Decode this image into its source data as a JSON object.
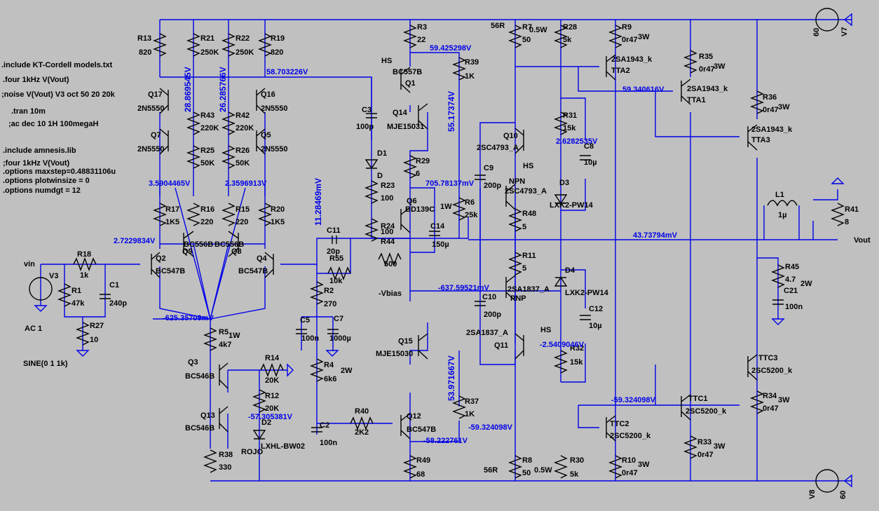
{
  "directives": [
    ".include KT-Cordell models.txt",
    ".four 1kHz V(Vout)",
    ";noise V(Vout) V3 oct 50 20 20k",
    ".tran 10m",
    ";ac dec 10 1H 100megaH",
    ".include amnesis.lib",
    ";four 1kHz V(Vout)",
    ".options maxstep=0.48831106u",
    ".options plotwinsize = 0",
    ".options numdgt = 12"
  ],
  "nets": {
    "vin": "vin",
    "vout": "Vout",
    "vbias": "-Vbias"
  },
  "sources": {
    "v3": {
      "name": "V3",
      "value": "AC 1",
      "value2": "SINE(0 1 1k)"
    },
    "v7": {
      "name": "V7",
      "value": "60"
    },
    "v8": {
      "name": "V8",
      "value": "60"
    }
  },
  "resistors": [
    {
      "ref": "R13",
      "value": "820"
    },
    {
      "ref": "R21",
      "value": "250K"
    },
    {
      "ref": "R22",
      "value": "250K"
    },
    {
      "ref": "R19",
      "value": "820"
    },
    {
      "ref": "R43",
      "value": "220K"
    },
    {
      "ref": "R42",
      "value": "220K"
    },
    {
      "ref": "R25",
      "value": "50K"
    },
    {
      "ref": "R26",
      "value": "50K"
    },
    {
      "ref": "R17",
      "value": "1K5"
    },
    {
      "ref": "R16",
      "value": "220"
    },
    {
      "ref": "R15",
      "value": "220"
    },
    {
      "ref": "R20",
      "value": "1K5"
    },
    {
      "ref": "R18",
      "value": "1k"
    },
    {
      "ref": "R1",
      "value": "47k"
    },
    {
      "ref": "R27",
      "value": "10"
    },
    {
      "ref": "R5",
      "value": "4k7",
      "power": "1W"
    },
    {
      "ref": "R14",
      "value": "20K"
    },
    {
      "ref": "R12",
      "value": "20K"
    },
    {
      "ref": "R38",
      "value": "330"
    },
    {
      "ref": "R55",
      "value": "10k"
    },
    {
      "ref": "R2",
      "value": "270"
    },
    {
      "ref": "R4",
      "value": "6k6",
      "power": "2W"
    },
    {
      "ref": "R40",
      "value": "2K2"
    },
    {
      "ref": "R3",
      "value": "22"
    },
    {
      "ref": "R39",
      "value": "1K"
    },
    {
      "ref": "R29",
      "value": "6"
    },
    {
      "ref": "R23",
      "value": "100"
    },
    {
      "ref": "R24",
      "value": "100"
    },
    {
      "ref": "R44",
      "value": "500"
    },
    {
      "ref": "R6",
      "value": "25k",
      "power": "1W"
    },
    {
      "ref": "R37",
      "value": "1K"
    },
    {
      "ref": "R49",
      "value": "68"
    },
    {
      "ref": "R7",
      "value": "50",
      "power": "0.5W"
    },
    {
      "ref": "R28",
      "value": "5k"
    },
    {
      "ref": "R31",
      "value": "15k"
    },
    {
      "ref": "R48",
      "value": "5"
    },
    {
      "ref": "R11",
      "value": "5"
    },
    {
      "ref": "R32",
      "value": "15k"
    },
    {
      "ref": "R8",
      "value": "50",
      "power": "0.5W"
    },
    {
      "ref": "R30",
      "value": "5k"
    },
    {
      "ref": "R9",
      "value": "0r47",
      "power": "3W"
    },
    {
      "ref": "R35",
      "value": "0r47",
      "power": "3W"
    },
    {
      "ref": "R36",
      "value": "0r47",
      "power": "3W"
    },
    {
      "ref": "R10",
      "value": "0r47",
      "power": "3W"
    },
    {
      "ref": "R33",
      "value": "0r47",
      "power": "3W"
    },
    {
      "ref": "R34",
      "value": "0r47",
      "power": "3W"
    },
    {
      "ref": "R41",
      "value": "8"
    },
    {
      "ref": "R45",
      "value": "4.7",
      "power": "2W"
    }
  ],
  "capacitors": [
    {
      "ref": "C1",
      "value": "240p"
    },
    {
      "ref": "C11",
      "value": "20p"
    },
    {
      "ref": "C5",
      "value": "100n"
    },
    {
      "ref": "C7",
      "value": "1000µ"
    },
    {
      "ref": "C2",
      "value": "100n"
    },
    {
      "ref": "C3",
      "value": "100p"
    },
    {
      "ref": "C14",
      "value": "150µ"
    },
    {
      "ref": "C9",
      "value": "200p"
    },
    {
      "ref": "C10",
      "value": "200p"
    },
    {
      "ref": "C8",
      "value": "10µ"
    },
    {
      "ref": "C12",
      "value": "10µ"
    },
    {
      "ref": "C21",
      "value": "100n"
    }
  ],
  "inductors": [
    {
      "ref": "L1",
      "value": "1µ"
    }
  ],
  "diodes": [
    {
      "ref": "D1",
      "value": "D"
    },
    {
      "ref": "D3",
      "value": "LXK2-PW14"
    },
    {
      "ref": "D4",
      "value": "LXK2-PW14"
    },
    {
      "ref": "D2",
      "value": "LXHL-BW02",
      "note": "ROJO"
    }
  ],
  "transistors": [
    {
      "ref": "Q17",
      "model": "2N5550"
    },
    {
      "ref": "Q16",
      "model": "2N5550"
    },
    {
      "ref": "Q7",
      "model": "2N5550"
    },
    {
      "ref": "Q5",
      "model": "2N5550"
    },
    {
      "ref": "Q2",
      "model": "BC547B"
    },
    {
      "ref": "Q9",
      "model": "BC556B"
    },
    {
      "ref": "Q8",
      "model": "BC556B"
    },
    {
      "ref": "Q4",
      "model": "BC547B"
    },
    {
      "ref": "Q3",
      "model": "BC546B"
    },
    {
      "ref": "Q13",
      "model": "BC546B"
    },
    {
      "ref": "Q1",
      "model": "BC557B"
    },
    {
      "ref": "Q14",
      "model": "MJE15031"
    },
    {
      "ref": "Q6",
      "model": "BD139C"
    },
    {
      "ref": "Q15",
      "model": "MJE15030"
    },
    {
      "ref": "Q12",
      "model": "BC547B"
    },
    {
      "ref": "Q10",
      "model": "2SC4793_A"
    },
    {
      "ref": "Q11",
      "model": "2SA1837_A"
    },
    {
      "ref": "TTA1",
      "model": "2SA1943_k"
    },
    {
      "ref": "TTA2",
      "model": "2SA1943_k"
    },
    {
      "ref": "TTA3",
      "model": "2SA1943_k"
    },
    {
      "ref": "TTC1",
      "model": "2SC5200_k"
    },
    {
      "ref": "TTC2",
      "model": "2SC5200_k"
    },
    {
      "ref": "TTC3",
      "model": "2SC5200_k"
    }
  ],
  "part_misc": {
    "npn": "NPN",
    "pnp": "PNP",
    "q10_model2": "2SC4793_A",
    "q11_model2": "2SA1837_A",
    "hs": "HS",
    "r56": "56R"
  },
  "voltages": [
    "28.869545V",
    "26.285766V",
    "58.703226V",
    "59.425298V",
    "55.17374V",
    "3.5904465V",
    "2.3596913V",
    "2.7229834V",
    "-625.35709mV",
    "11.28469mV",
    "705.78137mV",
    "2.6282535V",
    "59.340616V",
    "43.73794mV",
    "-637.59521mV",
    "-2.5409046V",
    "53.971667V",
    "-57.305381V",
    "-58.222761V",
    "-59.324098V",
    "-59.324098V"
  ]
}
